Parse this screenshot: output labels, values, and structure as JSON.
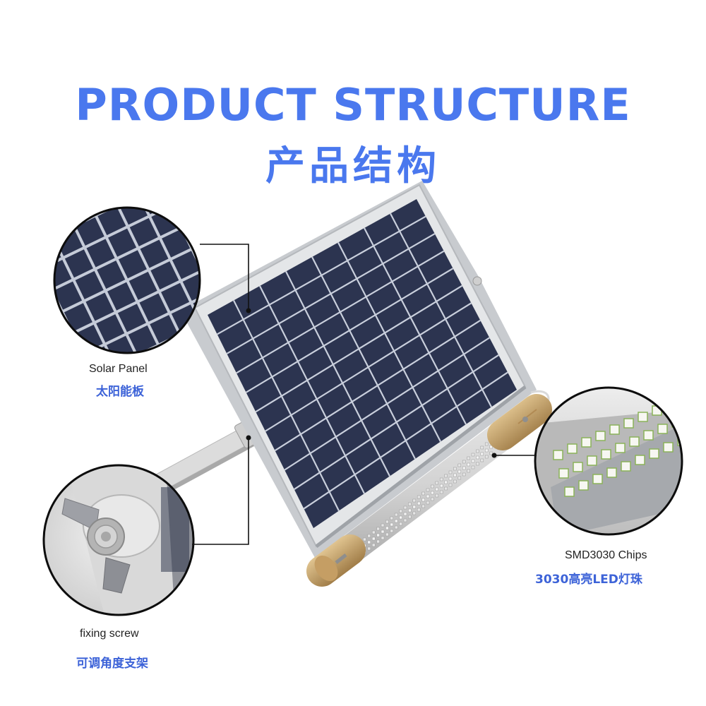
{
  "header": {
    "title_en": "PRODUCT STRUCTURE",
    "title_cn": "产品结构"
  },
  "callouts": {
    "solar_panel": {
      "en": "Solar Panel",
      "cn": "太阳能板"
    },
    "led_chips": {
      "en": "SMD3030 Chips",
      "cn": "3030高亮LED灯珠"
    },
    "fixing_screw": {
      "en": "fixing screw",
      "cn": "可调角度支架"
    }
  },
  "colors": {
    "accent": "#4a78ee",
    "accent_cn": "#3d63d8",
    "panel_cell": "#2c3450",
    "panel_frame": "#d7d9dc",
    "tube_cap": "#c9a46a"
  }
}
